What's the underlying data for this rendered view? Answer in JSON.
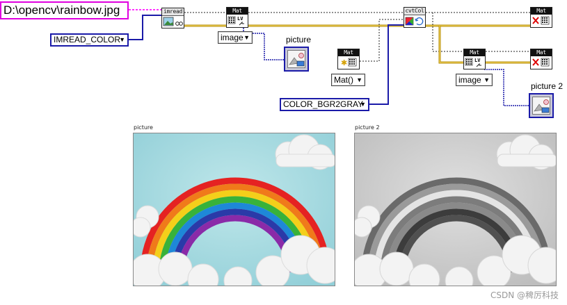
{
  "path_constant": "D:\\opencv\\rainbow.jpg",
  "enums": {
    "imread_flag": "IMREAD_COLOR",
    "convert_code": "COLOR_BGR2GRAY"
  },
  "rings": {
    "image_1": "image",
    "image_2": "image",
    "mat_ctor": "Mat()"
  },
  "nodes": {
    "imread_header": "imread",
    "mat_header": "Mat",
    "cvtcolor_header": "cvtCol",
    "lv_tag": "LV"
  },
  "indicators": {
    "picture_label": "picture",
    "picture2_label": "picture 2"
  },
  "panels": {
    "picture_caption": "picture",
    "picture2_caption": "picture 2"
  },
  "watermark": "CSDN @稗厉科技",
  "colors": {
    "path_wire": "#ff00ff",
    "enum_wire": "#1a1aa8",
    "refnum_wire": "#a07820",
    "pink_border": "#e000e0"
  }
}
